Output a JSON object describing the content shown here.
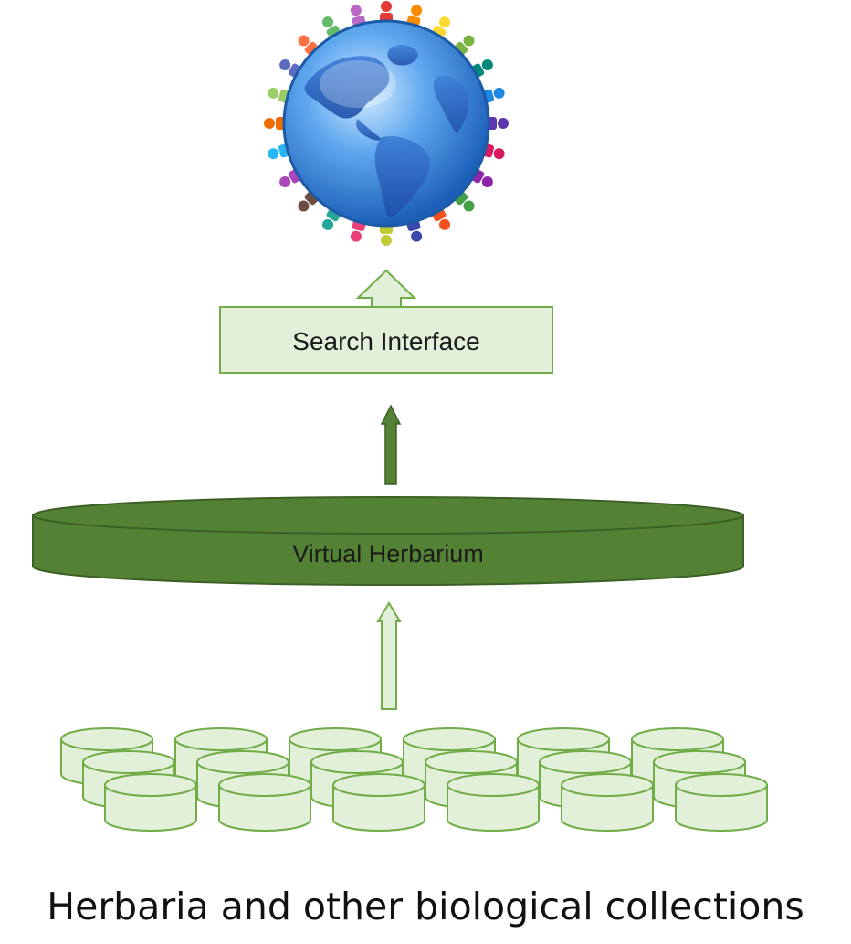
{
  "search_box": {
    "label": "Search Interface"
  },
  "virtual_herbarium": {
    "label": "Virtual Herbarium"
  },
  "collections": {
    "caption": "Herbaria and other biological collections"
  },
  "globe": {
    "icon": "globe-with-people-icon"
  },
  "colors": {
    "dark_green": "#548235",
    "dark_green_stroke": "#3b5f24",
    "light_green_fill": "#e2f0d9",
    "light_green_stroke": "#70ad47",
    "globe_ocean": "#3d8fe0",
    "globe_land": "#2d66c6"
  }
}
